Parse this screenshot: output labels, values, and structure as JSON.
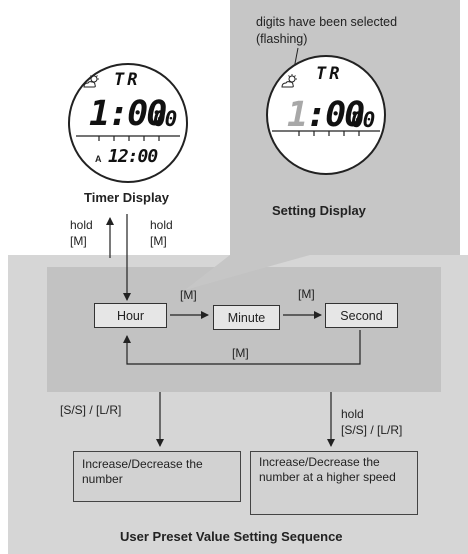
{
  "timer_display": {
    "mode": "TR",
    "time_main": "1:00",
    "time_seconds": "00",
    "alarm_marker": "A",
    "clock_time": "12:00",
    "caption": "Timer Display"
  },
  "setting_display": {
    "mode": "TR",
    "flashing_digit": "1",
    "time_rest": ":00",
    "time_seconds": "00",
    "callout_note": "digits have been selected (flashing)",
    "caption": "Setting Display"
  },
  "transitions": {
    "hold_left": "hold",
    "hold_left_key": "[M]",
    "hold_right": "hold",
    "hold_right_key": "[M]",
    "hour_to_minute": "[M]",
    "minute_to_second": "[M]",
    "second_to_hour": "[M]",
    "increase_key": "[S/S] / [L/R]",
    "fast_hold": "hold",
    "fast_key": "[S/S] / [L/R]"
  },
  "sequence": {
    "states": [
      "Hour",
      "Minute",
      "Second"
    ],
    "action_increase": "Increase/Decrease the number",
    "action_increase_fast": "Increase/Decrease the number at a higher speed",
    "title": "User Preset Value Setting Sequence"
  },
  "colors": {
    "outer_panel": "#d6d6d6",
    "inner_panel": "#c2c2c2",
    "box": "#e6e6e6",
    "flashing_digit": "#a8a8a8"
  },
  "icons": [
    "weather-icon",
    "weather-icon"
  ]
}
